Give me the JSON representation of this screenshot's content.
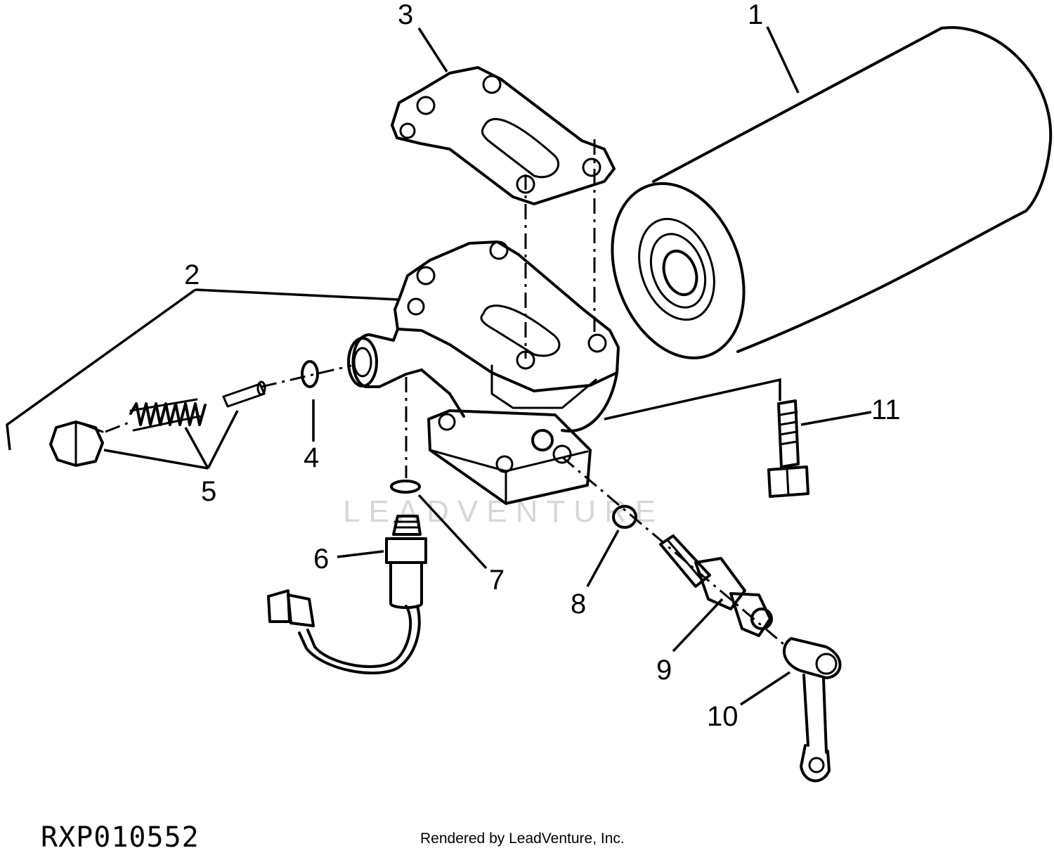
{
  "callouts": {
    "c1": "1",
    "c2": "2",
    "c3": "3",
    "c4": "4",
    "c5": "5",
    "c6": "6",
    "c7": "7",
    "c8": "8",
    "c9": "9",
    "c10": "10",
    "c11": "11"
  },
  "figure_id": "RXP010552",
  "render_note": "Rendered by LeadVenture, Inc.",
  "watermark": "LEADVENTURE"
}
